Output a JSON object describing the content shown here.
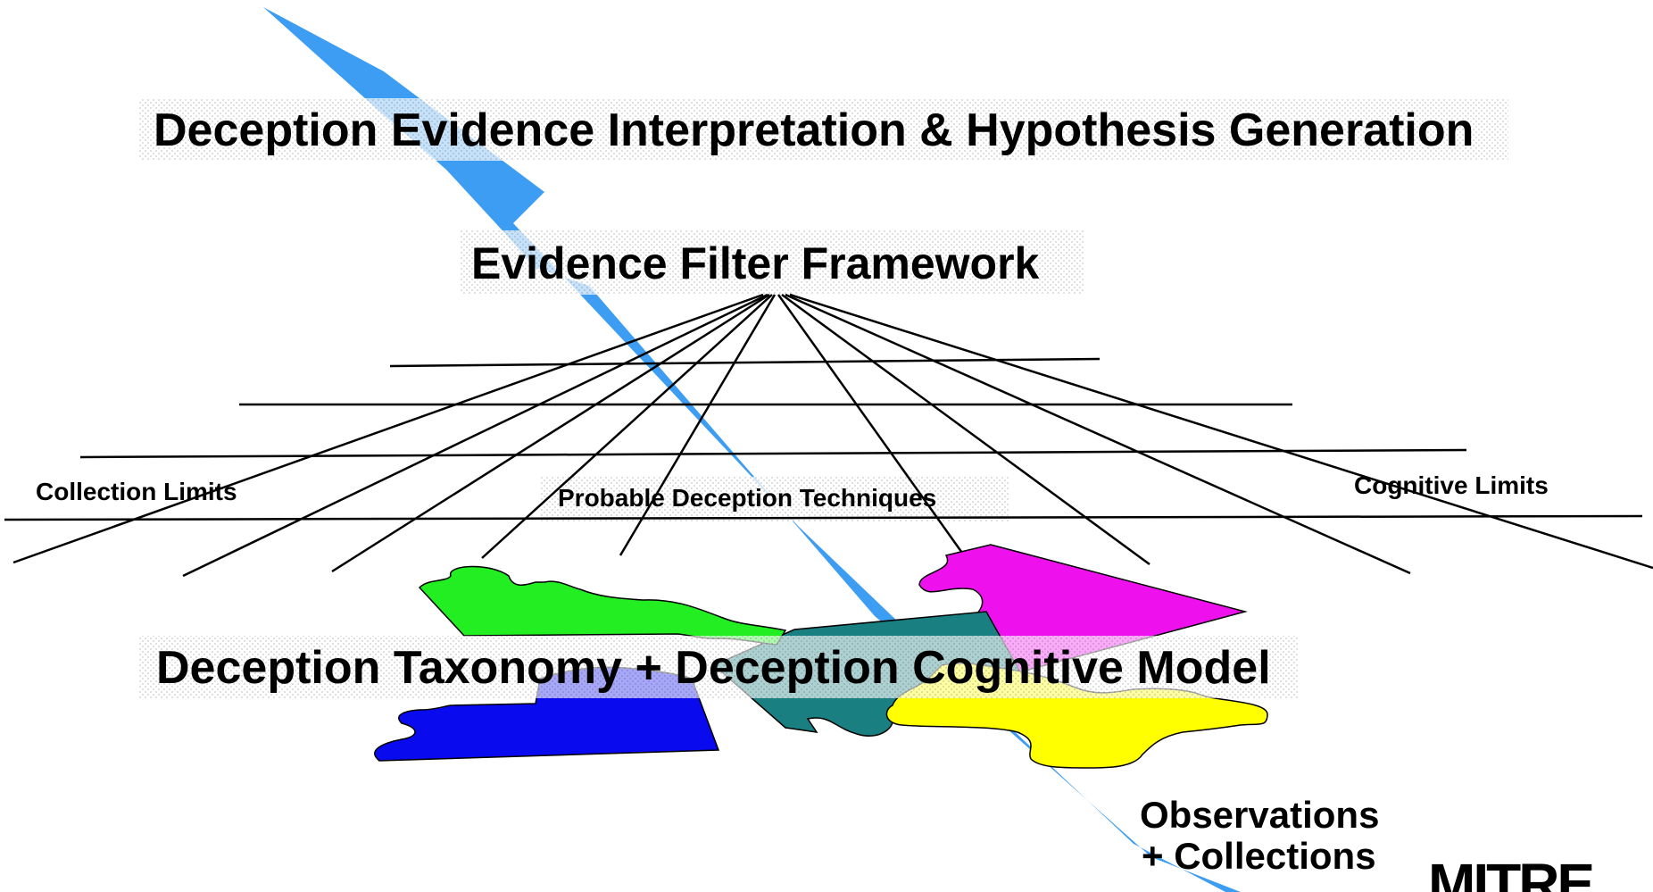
{
  "title_top": "Deception Evidence Interpretation & Hypothesis Generation",
  "filter_title": "Evidence Filter Framework",
  "limits": {
    "collection": "Collection Limits",
    "techniques": "Probable Deception Techniques",
    "cognitive": "Cognitive Limits"
  },
  "model_title": "Deception Taxonomy + Deception Cognitive Model",
  "observations": {
    "line1": "Observations",
    "line2": "+ Collections"
  },
  "logo": "MITRE",
  "colors": {
    "arrow": "#3d9df2",
    "green_piece": "#22ee22",
    "blue_piece": "#0a0aee",
    "teal_piece": "#1a7f80",
    "magenta_piece": "#ee11ee",
    "yellow_piece": "#ffff00"
  }
}
